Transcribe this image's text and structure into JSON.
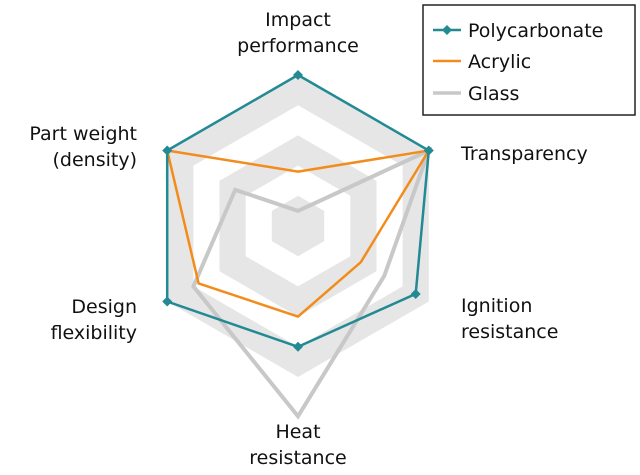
{
  "chart_data": {
    "type": "radar",
    "axes": [
      {
        "label_lines": [
          "Impact",
          "performance"
        ]
      },
      {
        "label_lines": [
          "Transparency"
        ]
      },
      {
        "label_lines": [
          "Ignition",
          "resistance"
        ]
      },
      {
        "label_lines": [
          "Heat",
          "resistance"
        ]
      },
      {
        "label_lines": [
          "Design",
          "flexibility"
        ]
      },
      {
        "label_lines": [
          "Part weight",
          "(density)"
        ]
      }
    ],
    "rlim": [
      0,
      1
    ],
    "levels": 5,
    "series": [
      {
        "name": "Glass",
        "color": "#c8c8c8",
        "values": [
          0.1,
          1.0,
          0.66,
          1.26,
          0.8,
          0.48
        ]
      },
      {
        "name": "Acrylic",
        "color": "#f28c1c",
        "values": [
          0.36,
          1.0,
          0.48,
          0.6,
          0.76,
          1.0
        ]
      },
      {
        "name": "Polycarbonate",
        "color": "#238a94",
        "values": [
          1.0,
          1.0,
          0.9,
          0.8,
          1.0,
          1.0
        ]
      }
    ],
    "legend": {
      "placement": "top-right",
      "entries": [
        "Polycarbonate",
        "Acrylic",
        "Glass"
      ]
    },
    "grid": true
  }
}
